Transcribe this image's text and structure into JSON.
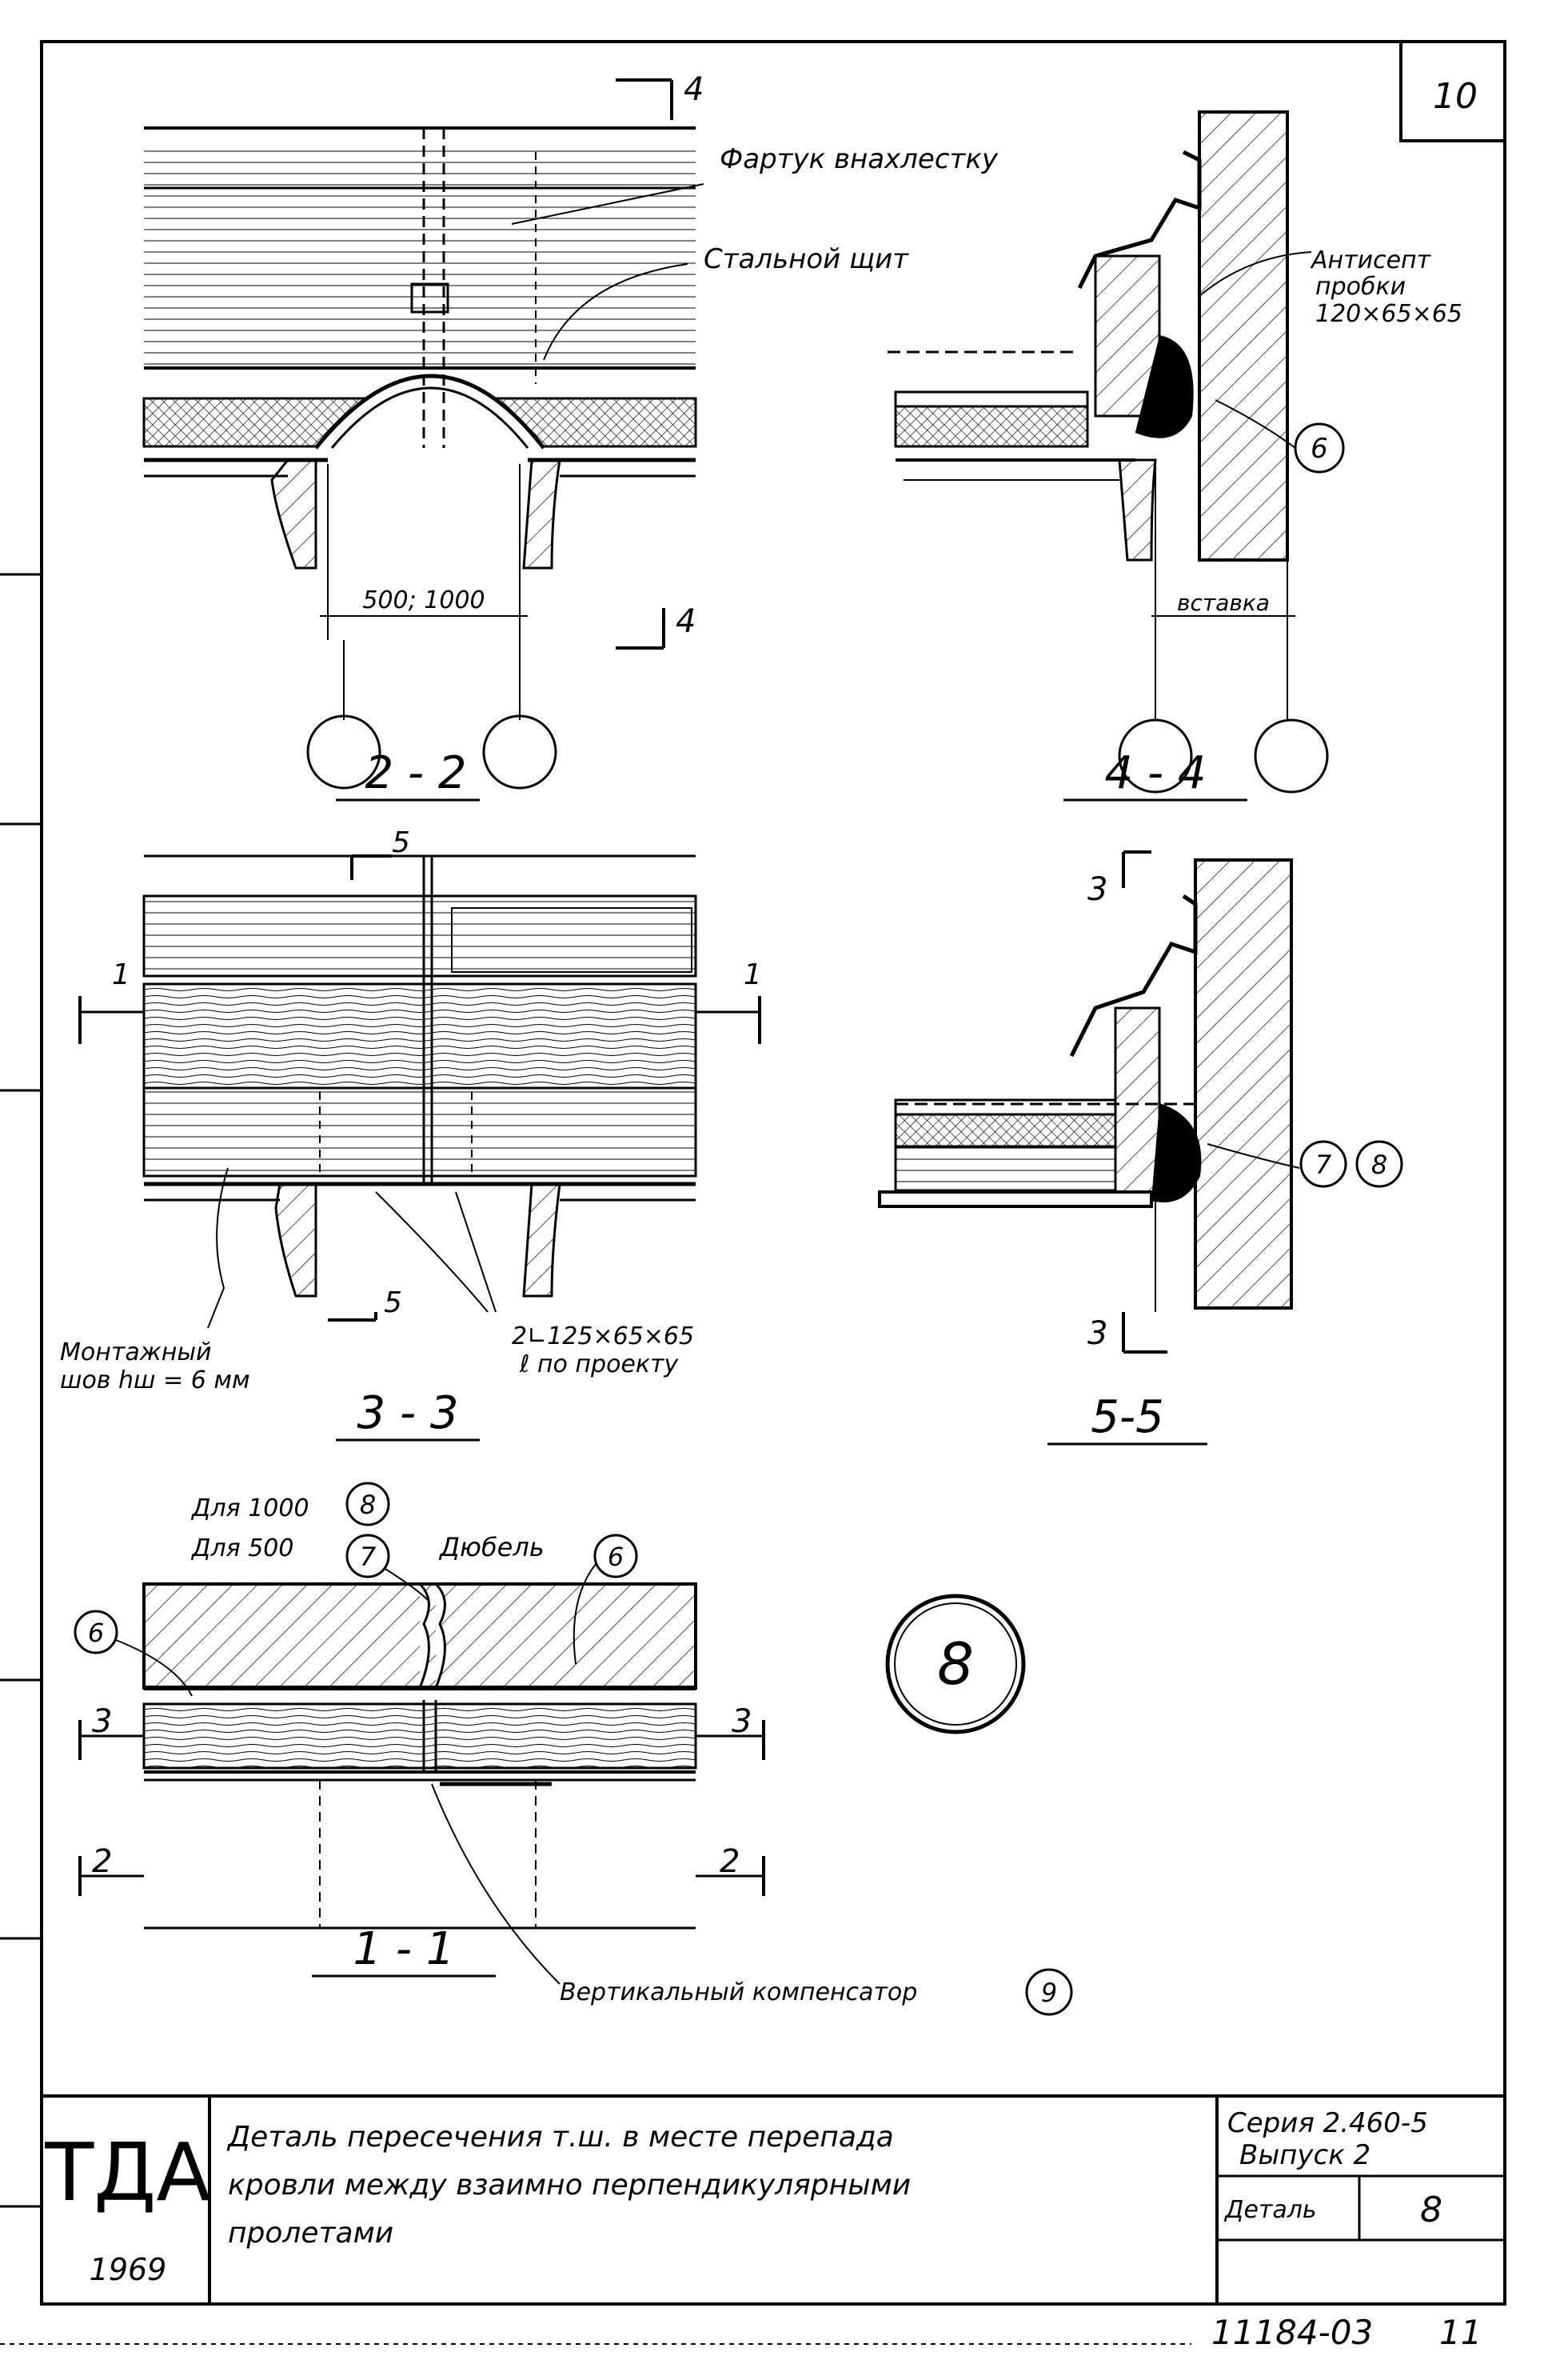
{
  "sheet": {
    "number": "10",
    "bottom_code": "11184-03",
    "bottom_page": "11"
  },
  "sections": {
    "s22": {
      "title": "2 - 2",
      "apron_label": "Фартук внахлестку",
      "shield_label": "Стальной щит",
      "dim": "500; 1000",
      "cut_mark": "4"
    },
    "s44": {
      "title": "4 - 4",
      "antiseptic_label_1": "Антисепт",
      "antiseptic_label_2": "пробки",
      "antiseptic_label_3": "120×65×65",
      "insert_label": "вставка",
      "callout": "6"
    },
    "s33": {
      "title": "3 - 3",
      "cut_mark_top": "5",
      "cut_mark_bottom": "5",
      "cut_mark_side": "1",
      "weld_label_1": "Монтажный",
      "weld_label_2": "шов hш = 6 мм",
      "angle_label_1": "2∟125×65×65",
      "angle_label_2": "ℓ по проекту"
    },
    "s55": {
      "title": "5-5",
      "cut_mark": "3",
      "callout_a": "7",
      "callout_b": "8"
    },
    "s11": {
      "title": "1 - 1",
      "for1000": "Для 1000",
      "for500": "Для 500",
      "dowel": "Дюбель",
      "callout_8": "8",
      "callout_7": "7",
      "callout_6a": "6",
      "callout_6b": "6",
      "cut3": "3",
      "cut2": "2",
      "compensator": "Вертикальный компенсатор",
      "callout_9": "9"
    }
  },
  "detail_badge": "8",
  "title_block": {
    "logo": "ТДА",
    "year": "1969",
    "description_1": "Деталь пересечения т.ш. в месте перепада",
    "description_2": "кровли между взаимно перпендикулярными",
    "description_3": "пролетами",
    "series_1": "Серия 2.460-5",
    "series_2": "Выпуск 2",
    "detail_label": "Деталь",
    "detail_value": "8"
  },
  "colors": {
    "ink": "#000000",
    "paper": "#ffffff"
  }
}
